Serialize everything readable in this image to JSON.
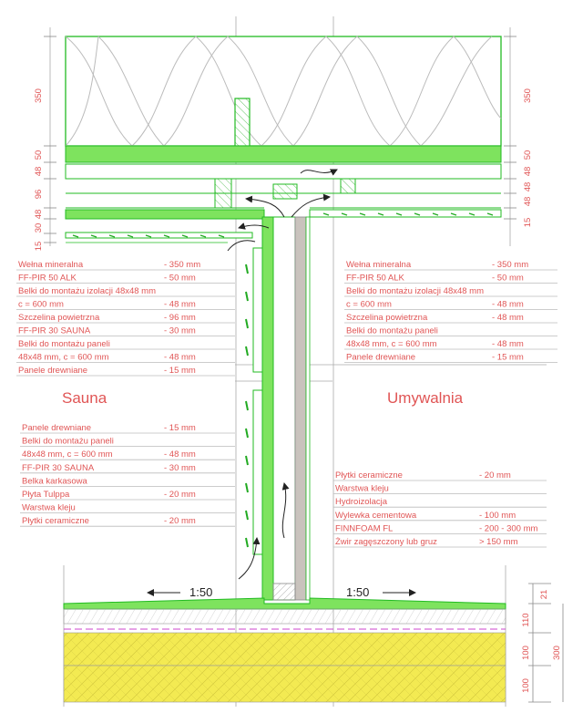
{
  "rooms": {
    "left": "Sauna",
    "right": "Umywalnia"
  },
  "slopes": {
    "left": "1:50",
    "right": "1:50"
  },
  "dims_left": [
    "350",
    "50",
    "48",
    "96",
    "48",
    "30",
    "15"
  ],
  "dims_right": [
    "350",
    "50",
    "48",
    "48",
    "48",
    "15"
  ],
  "dims_floor": [
    "21",
    "110",
    "100",
    "100",
    "300"
  ],
  "legend_top_left": [
    {
      "label": "Wełna mineralna",
      "value": "- 350 mm"
    },
    {
      "label": "FF-PIR 50 ALK",
      "value": "- 50 mm"
    },
    {
      "label": "Belki do montażu izolacji 48x48 mm",
      "value": ""
    },
    {
      "label": "c = 600 mm",
      "value": "- 48 mm"
    },
    {
      "label": "Szczelina powietrzna",
      "value": "- 96 mm"
    },
    {
      "label": "FF-PIR 30 SAUNA",
      "value": "- 30 mm"
    },
    {
      "label": "Belki do montażu paneli",
      "value": ""
    },
    {
      "label": "48x48 mm, c = 600 mm",
      "value": "- 48 mm"
    },
    {
      "label": "Panele drewniane",
      "value": "- 15 mm"
    }
  ],
  "legend_top_right": [
    {
      "label": "Wełna mineralna",
      "value": "- 350 mm"
    },
    {
      "label": "FF-PIR 50 ALK",
      "value": "- 50 mm"
    },
    {
      "label": "Belki do montażu izolacji 48x48 mm",
      "value": ""
    },
    {
      "label": "c = 600 mm",
      "value": "- 48 mm"
    },
    {
      "label": "Szczelina powietrzna",
      "value": "- 48 mm"
    },
    {
      "label": "Belki do montażu paneli",
      "value": ""
    },
    {
      "label": "48x48 mm, c = 600 mm",
      "value": "- 48 mm"
    },
    {
      "label": "Panele drewniane",
      "value": "- 15 mm"
    }
  ],
  "legend_bottom_left": [
    {
      "label": "Panele drewniane",
      "value": "- 15 mm"
    },
    {
      "label": "Belki do montażu paneli",
      "value": ""
    },
    {
      "label": "48x48 mm, c = 600 mm",
      "value": "- 48 mm"
    },
    {
      "label": "FF-PIR 30 SAUNA",
      "value": "- 30 mm"
    },
    {
      "label": "Belka karkasowa",
      "value": ""
    },
    {
      "label": "Płyta Tulppa",
      "value": "- 20 mm"
    },
    {
      "label": "Warstwa kleju",
      "value": ""
    },
    {
      "label": "Płytki ceramiczne",
      "value": "- 20 mm"
    }
  ],
  "legend_bottom_right": [
    {
      "label": "Płytki ceramiczne",
      "value": "- 20 mm"
    },
    {
      "label": "Warstwa kleju",
      "value": ""
    },
    {
      "label": "Hydroizolacja",
      "value": ""
    },
    {
      "label": "Wylewka cementowa",
      "value": "- 100 mm"
    },
    {
      "label": "FINNFOAM FL",
      "value": "- 200 - 300 mm"
    },
    {
      "label": "Żwir zagęszczony lub gruz",
      "value": "> 150 mm"
    }
  ],
  "colors": {
    "green": "#7ee35e",
    "green_line": "#22bb22",
    "yellow": "#f3ea52",
    "wall_grey": "#c9c3bd",
    "red_text": "#e05555"
  }
}
